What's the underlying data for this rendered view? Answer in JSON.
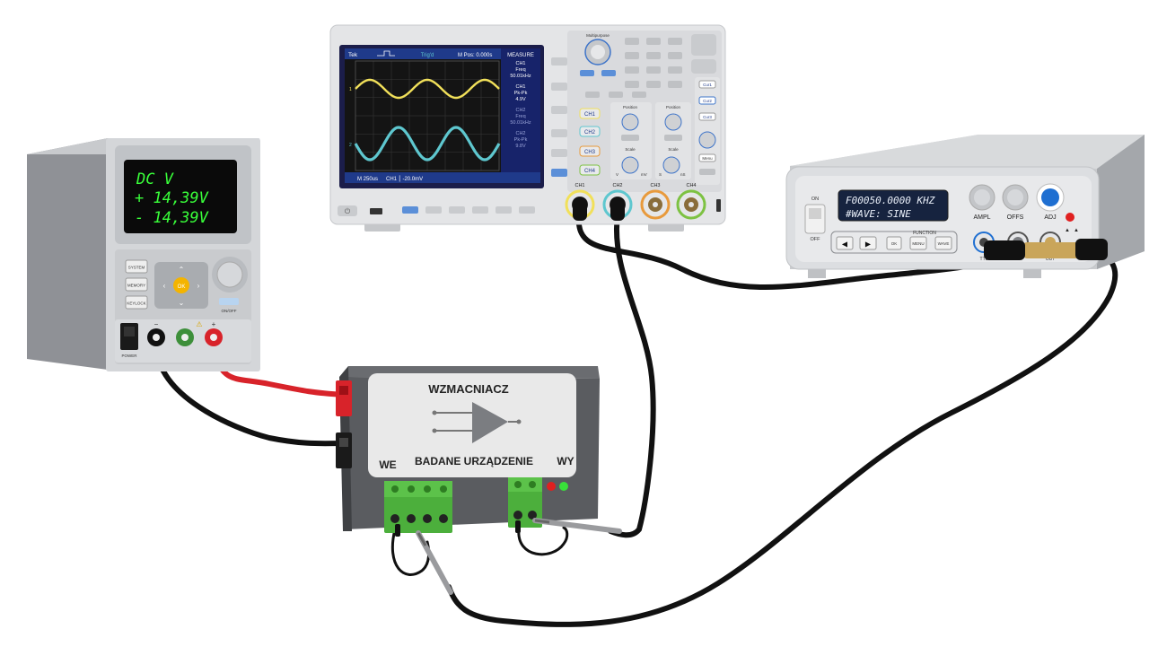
{
  "power_supply": {
    "display_line1": "DC V",
    "display_line2": "+ 14,39V",
    "display_line3": "- 14,39V",
    "btn_system": "SYSTEM",
    "btn_memory": "MEMORY",
    "btn_keylock": "KEYLOCK",
    "btn_ok": "OK",
    "label_onoff": "ON/OFF",
    "label_power": "POWER",
    "term_minus": "−",
    "term_plus": "+"
  },
  "oscilloscope": {
    "brand": "Tek",
    "trigger": "Trig'd",
    "mpos": "M Pos: 0.000s",
    "measure_title": "MEASURE",
    "m1": [
      "CH1",
      "Freq",
      "50.01kHz"
    ],
    "m2": [
      "CH1",
      "Pk-Pk",
      "4.9V"
    ],
    "m3": [
      "CH2",
      "Freq",
      "50.01kHz"
    ],
    "m4": [
      "CH2",
      "Pk-Pk",
      "9.8V"
    ],
    "timebase": "M 250us",
    "ch1_info": "CH1 ⎮ -20.0mV",
    "multipurpose": "Multipurpose",
    "ch_buttons": [
      "CH1",
      "CH2",
      "CH3",
      "CH4"
    ],
    "position": "Position",
    "scale": "Scale",
    "unit_v": "V",
    "unit_mv": "mV",
    "unit_s": "S",
    "unit_ns": "nS",
    "menu_label": "Menu",
    "side_btns": [
      "Cur1",
      "Cur2",
      "Cur3"
    ],
    "bnc_labels": [
      "CH1",
      "CH2",
      "CH3",
      "CH4"
    ]
  },
  "generator": {
    "display_line1": "F00050.0000 KHZ",
    "display_line2": "#WAVE: SINE",
    "label_on": "ON",
    "label_off": "OFF",
    "label_ampl": "AMPL",
    "label_offs": "OFFS",
    "label_adj": "ADJ",
    "label_function": "FUNCTION",
    "btn_ok": "OK",
    "btn_menu": "MENU",
    "btn_wave": "WAVE",
    "label_ttl": "TTL",
    "label_out": "OUT"
  },
  "amplifier": {
    "title": "WZMACNIACZ",
    "subtitle": "BADANE URZĄDZENIE",
    "label_in": "WE",
    "label_out": "WY"
  },
  "colors": {
    "ch1_trace": "#f1e05a",
    "ch2_trace": "#5ec7cf",
    "psu_display_text": "#39ff3a",
    "gen_display_text": "#e8eef8",
    "red_wire": "#d8232a",
    "black_wire": "#111111",
    "terminal_green": "#4caf3c",
    "ok_button": "#f4b400"
  }
}
